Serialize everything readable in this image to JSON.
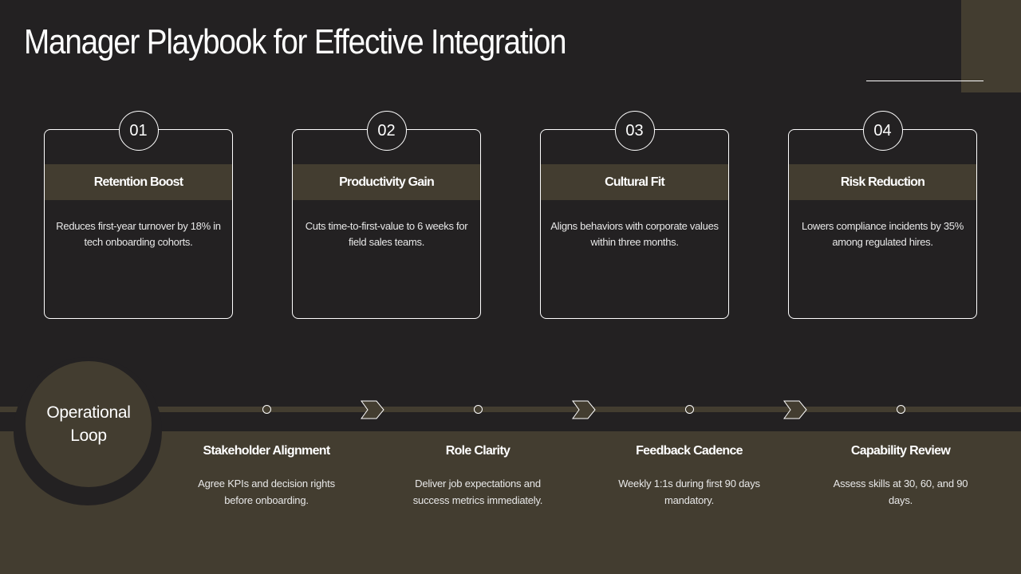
{
  "title": "Manager Playbook for Effective Integration",
  "colors": {
    "background": "#232122",
    "accent": "#433d30",
    "line": "#ffffff"
  },
  "cards": [
    {
      "number": "01",
      "heading": "Retention Boost",
      "text": "Reduces first-year turnover by 18% in tech onboarding cohorts."
    },
    {
      "number": "02",
      "heading": "Productivity Gain",
      "text": "Cuts time-to-first-value to 6 weeks for field sales teams."
    },
    {
      "number": "03",
      "heading": "Cultural Fit",
      "text": "Aligns behaviors with corporate values within three months."
    },
    {
      "number": "04",
      "heading": "Risk Reduction",
      "text": "Lowers compliance incidents by 35% among regulated hires."
    }
  ],
  "loop_label": "Operational Loop",
  "steps": [
    {
      "title": "Stakeholder Alignment",
      "text": "Agree KPIs and decision rights before onboarding."
    },
    {
      "title": "Role Clarity",
      "text": "Deliver job expectations and success metrics immediately."
    },
    {
      "title": "Feedback Cadence",
      "text": "Weekly 1:1s during first 90 days mandatory."
    },
    {
      "title": "Capability Review",
      "text": "Assess skills at 30, 60, and 90 days."
    }
  ]
}
